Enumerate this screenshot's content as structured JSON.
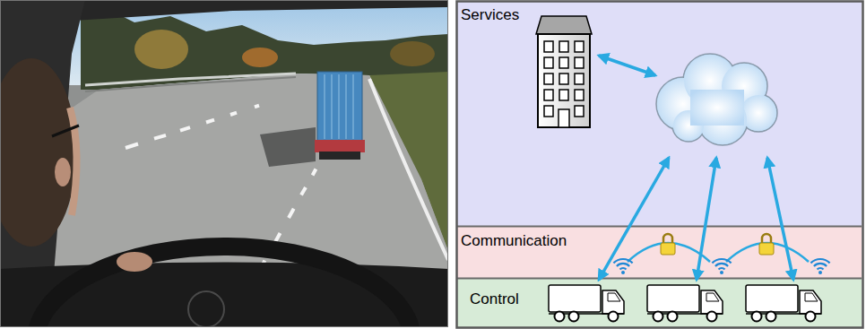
{
  "diagram": {
    "nodes": [
      {
        "text": [
          "Services"
        ]
      },
      {
        "text": [
          "Communication"
        ]
      },
      {
        "text": [
          "Control"
        ]
      }
    ]
  }
}
